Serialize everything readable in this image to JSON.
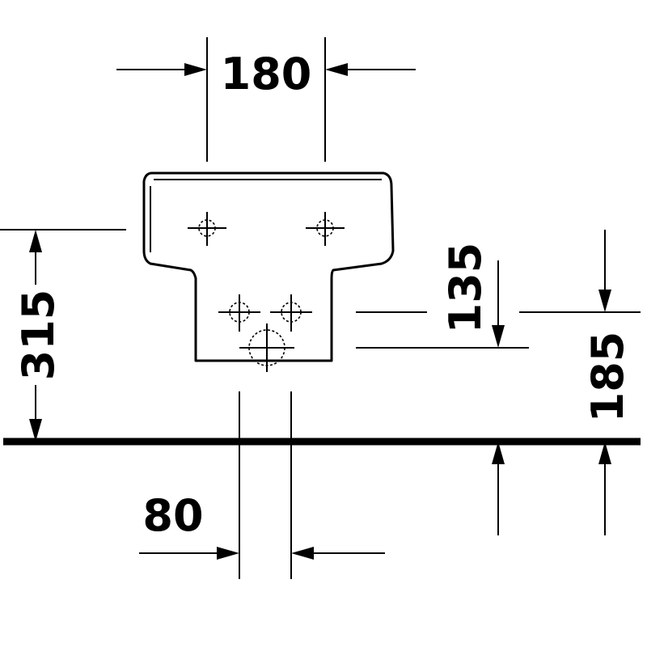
{
  "dimensions": {
    "top_width": "180",
    "total_height": "315",
    "upper_hole_height": "135",
    "lower_hole_height": "185",
    "bottom_spacing": "80"
  }
}
